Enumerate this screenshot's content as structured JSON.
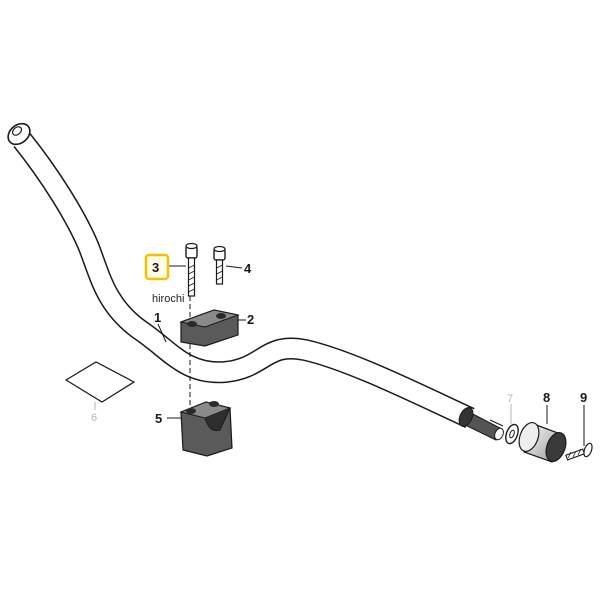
{
  "diagram": {
    "watermark": "hirochi",
    "highlight_color": "#f2c200",
    "line_color": "#1a1a1a",
    "faint_color": "#b5b5b5",
    "parts": [
      {
        "number": "1",
        "name": "handlebar"
      },
      {
        "number": "2",
        "name": "upper-clamp"
      },
      {
        "number": "3",
        "name": "long-bolt",
        "highlighted": true
      },
      {
        "number": "4",
        "name": "short-bolt"
      },
      {
        "number": "5",
        "name": "lower-riser"
      },
      {
        "number": "6",
        "name": "pad",
        "faint": true
      },
      {
        "number": "7",
        "name": "washer",
        "faint": true
      },
      {
        "number": "8",
        "name": "bar-end-weight"
      },
      {
        "number": "9",
        "name": "end-screw"
      }
    ]
  }
}
